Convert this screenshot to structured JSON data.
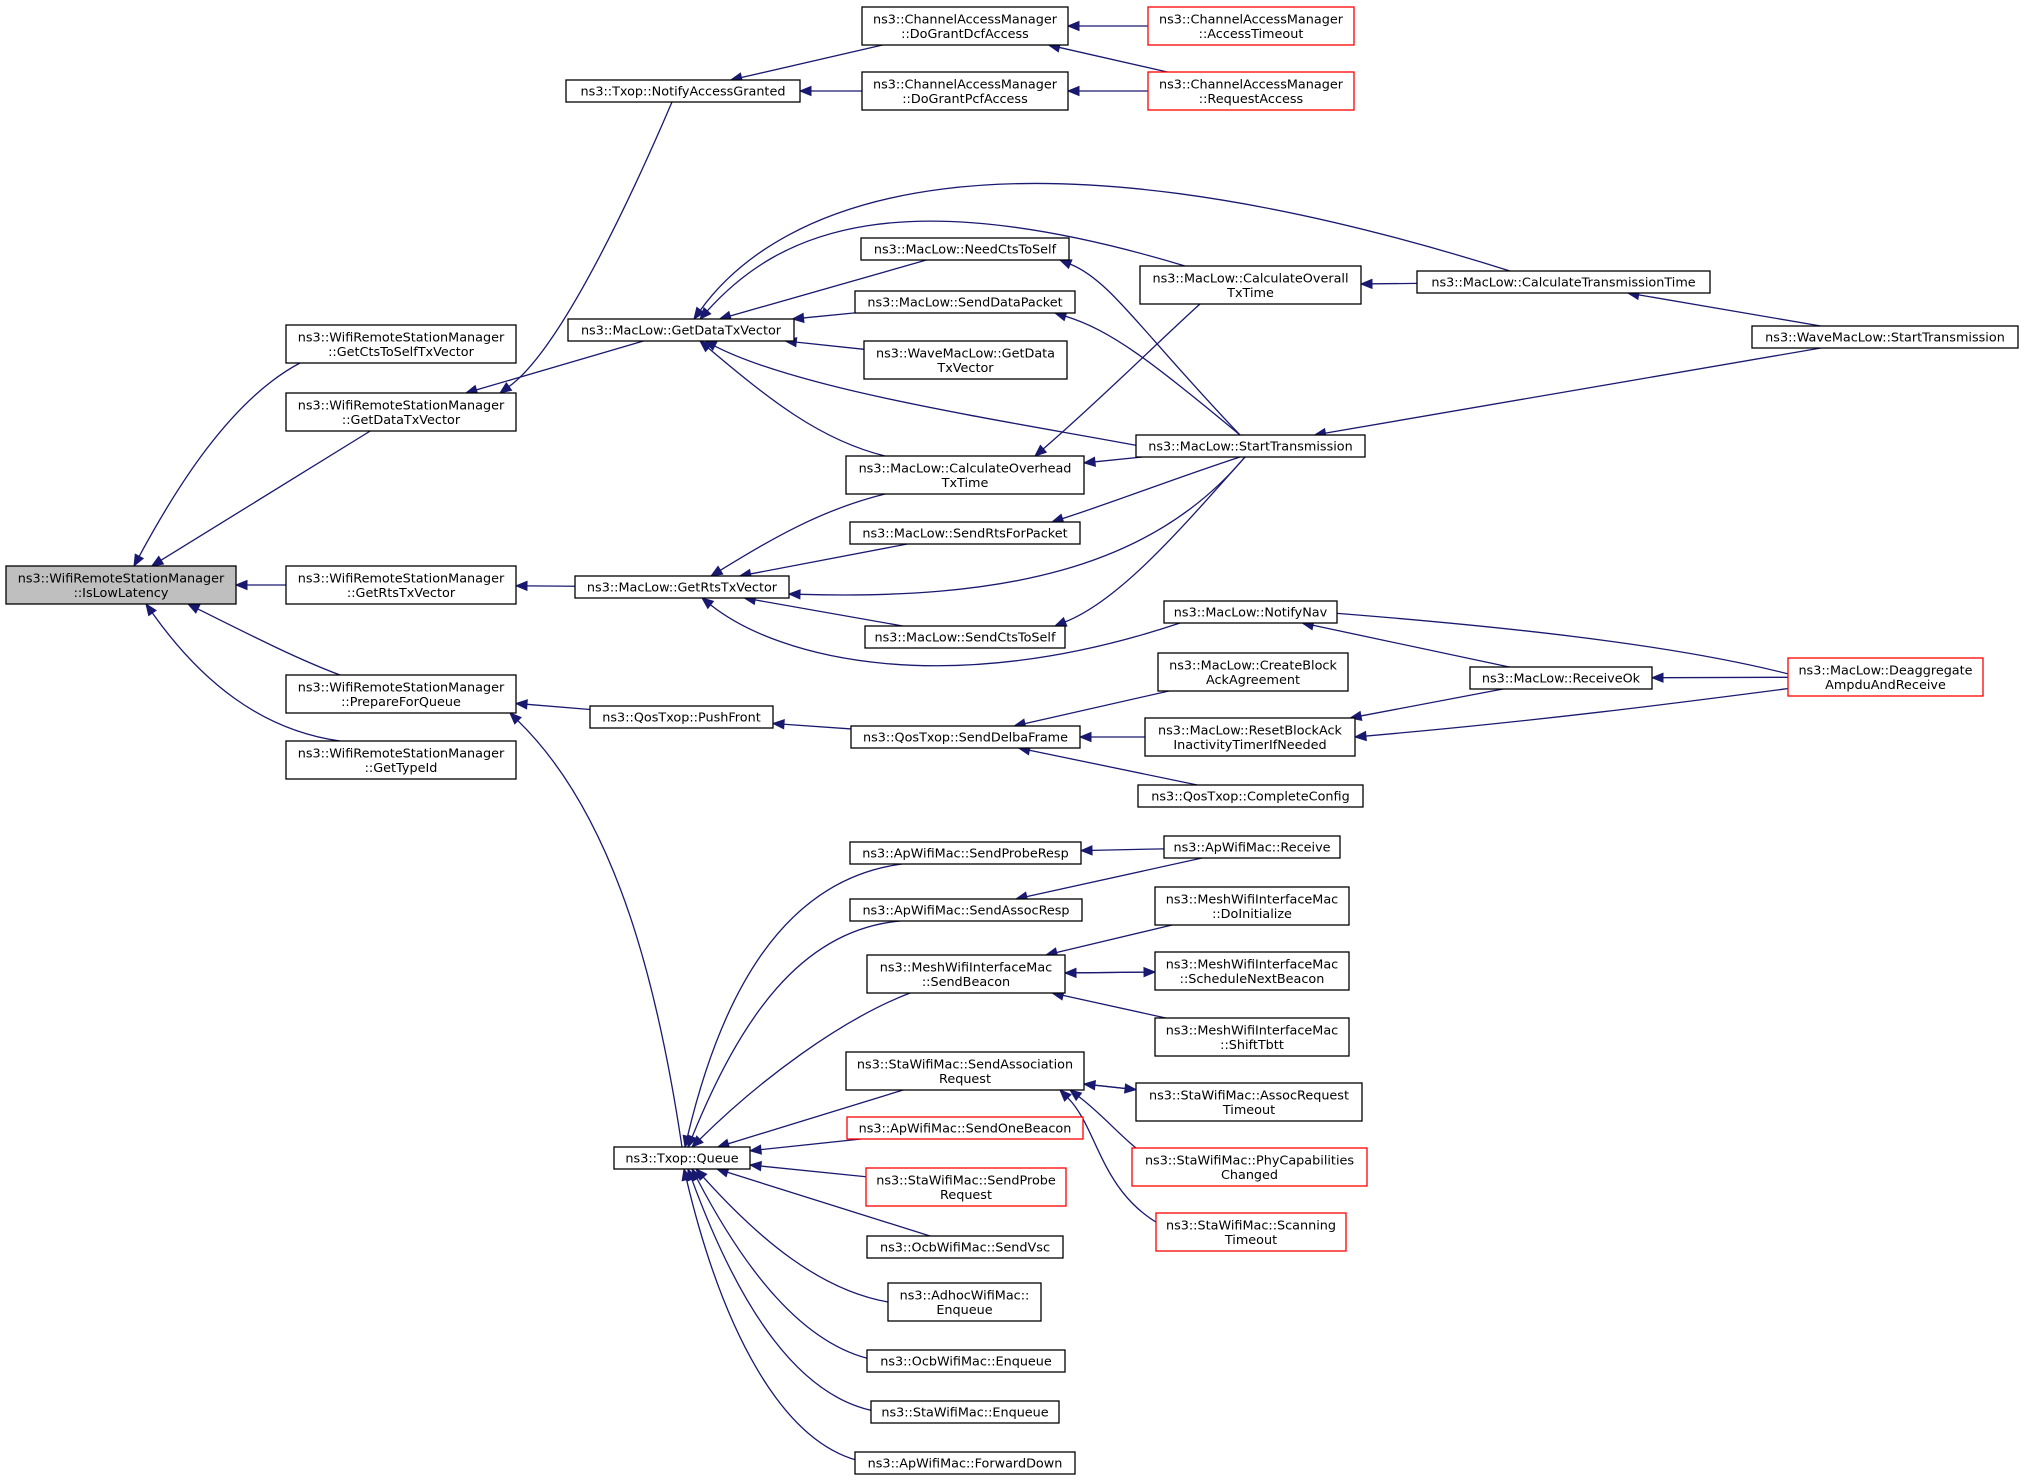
{
  "graph": {
    "edge_color": "#191970",
    "node_border": "#000000",
    "external_node_border": "#ff0000",
    "root_fill": "#bfbfbf",
    "nodes": [
      {
        "id": "root",
        "lines": [
          "ns3::WifiRemoteStationManager",
          "::IsLowLatency"
        ],
        "root": true
      },
      {
        "id": "getCtsToSelf",
        "lines": [
          "ns3::WifiRemoteStationManager",
          "::GetCtsToSelfTxVector"
        ]
      },
      {
        "id": "wrsmGetData",
        "lines": [
          "ns3::WifiRemoteStationManager",
          "::GetDataTxVector"
        ]
      },
      {
        "id": "wrsmGetRts",
        "lines": [
          "ns3::WifiRemoteStationManager",
          "::GetRtsTxVector"
        ]
      },
      {
        "id": "prepare",
        "lines": [
          "ns3::WifiRemoteStationManager",
          "::PrepareForQueue"
        ]
      },
      {
        "id": "typeId",
        "lines": [
          "ns3::WifiRemoteStationManager",
          "::GetTypeId"
        ]
      },
      {
        "id": "notifyGranted",
        "lines": [
          "ns3::Txop::NotifyAccessGranted"
        ]
      },
      {
        "id": "macGetData",
        "lines": [
          "ns3::MacLow::GetDataTxVector"
        ]
      },
      {
        "id": "macGetRts",
        "lines": [
          "ns3::MacLow::GetRtsTxVector"
        ]
      },
      {
        "id": "pushFront",
        "lines": [
          "ns3::QosTxop::PushFront"
        ]
      },
      {
        "id": "queue",
        "lines": [
          "ns3::Txop::Queue"
        ]
      },
      {
        "id": "doDcf",
        "lines": [
          "ns3::ChannelAccessManager",
          "::DoGrantDcfAccess"
        ]
      },
      {
        "id": "doPcf",
        "lines": [
          "ns3::ChannelAccessManager",
          "::DoGrantPcfAccess"
        ]
      },
      {
        "id": "needCts",
        "lines": [
          "ns3::MacLow::NeedCtsToSelf"
        ]
      },
      {
        "id": "sendData",
        "lines": [
          "ns3::MacLow::SendDataPacket"
        ]
      },
      {
        "id": "waveGetData",
        "lines": [
          "ns3::WaveMacLow::GetData",
          "TxVector"
        ]
      },
      {
        "id": "calcOverhead",
        "lines": [
          "ns3::MacLow::CalculateOverhead",
          "TxTime"
        ]
      },
      {
        "id": "sendRts",
        "lines": [
          "ns3::MacLow::SendRtsForPacket"
        ]
      },
      {
        "id": "sendCts",
        "lines": [
          "ns3::MacLow::SendCtsToSelf"
        ]
      },
      {
        "id": "sendDelba",
        "lines": [
          "ns3::QosTxop::SendDelbaFrame"
        ]
      },
      {
        "id": "sendProbeResp",
        "lines": [
          "ns3::ApWifiMac::SendProbeResp"
        ]
      },
      {
        "id": "sendAssocResp",
        "lines": [
          "ns3::ApWifiMac::SendAssocResp"
        ]
      },
      {
        "id": "meshSendBeacon",
        "lines": [
          "ns3::MeshWifiInterfaceMac",
          "::SendBeacon"
        ]
      },
      {
        "id": "staSendAssoc",
        "lines": [
          "ns3::StaWifiMac::SendAssociation",
          "Request"
        ]
      },
      {
        "id": "apSendOneBeacon",
        "lines": [
          "ns3::ApWifiMac::SendOneBeacon"
        ],
        "external": true
      },
      {
        "id": "staSendProbe",
        "lines": [
          "ns3::StaWifiMac::SendProbe",
          "Request"
        ],
        "external": true
      },
      {
        "id": "ocbSendVsc",
        "lines": [
          "ns3::OcbWifiMac::SendVsc"
        ]
      },
      {
        "id": "adhocEnqueue",
        "lines": [
          "ns3::AdhocWifiMac::",
          "Enqueue"
        ]
      },
      {
        "id": "ocbEnqueue",
        "lines": [
          "ns3::OcbWifiMac::Enqueue"
        ]
      },
      {
        "id": "staEnqueue",
        "lines": [
          "ns3::StaWifiMac::Enqueue"
        ]
      },
      {
        "id": "apForward",
        "lines": [
          "ns3::ApWifiMac::ForwardDown"
        ]
      },
      {
        "id": "accessTimeout",
        "lines": [
          "ns3::ChannelAccessManager",
          "::AccessTimeout"
        ],
        "external": true
      },
      {
        "id": "requestAccess",
        "lines": [
          "ns3::ChannelAccessManager",
          "::RequestAccess"
        ],
        "external": true
      },
      {
        "id": "calcOverall",
        "lines": [
          "ns3::MacLow::CalculateOverall",
          "TxTime"
        ]
      },
      {
        "id": "startTx",
        "lines": [
          "ns3::MacLow::StartTransmission"
        ]
      },
      {
        "id": "notifyNav",
        "lines": [
          "ns3::MacLow::NotifyNav"
        ]
      },
      {
        "id": "createBlockAck",
        "lines": [
          "ns3::MacLow::CreateBlock",
          "AckAgreement"
        ]
      },
      {
        "id": "resetBlockAck",
        "lines": [
          "ns3::MacLow::ResetBlockAck",
          "InactivityTimerIfNeeded"
        ]
      },
      {
        "id": "completeConfig",
        "lines": [
          "ns3::QosTxop::CompleteConfig"
        ]
      },
      {
        "id": "apReceive",
        "lines": [
          "ns3::ApWifiMac::Receive"
        ]
      },
      {
        "id": "meshDoInit",
        "lines": [
          "ns3::MeshWifiInterfaceMac",
          "::DoInitialize"
        ]
      },
      {
        "id": "meshSchedule",
        "lines": [
          "ns3::MeshWifiInterfaceMac",
          "::ScheduleNextBeacon"
        ]
      },
      {
        "id": "meshShift",
        "lines": [
          "ns3::MeshWifiInterfaceMac",
          "::ShiftTbtt"
        ]
      },
      {
        "id": "staAssocTimeout",
        "lines": [
          "ns3::StaWifiMac::AssocRequest",
          "Timeout"
        ]
      },
      {
        "id": "staPhyCap",
        "lines": [
          "ns3::StaWifiMac::PhyCapabilities",
          "Changed"
        ],
        "external": true
      },
      {
        "id": "staScanTimeout",
        "lines": [
          "ns3::StaWifiMac::Scanning",
          "Timeout"
        ],
        "external": true
      },
      {
        "id": "calcTxTime",
        "lines": [
          "ns3::MacLow::CalculateTransmissionTime"
        ]
      },
      {
        "id": "receiveOk",
        "lines": [
          "ns3::MacLow::ReceiveOk"
        ]
      },
      {
        "id": "waveStartTx",
        "lines": [
          "ns3::WaveMacLow::StartTransmission"
        ]
      },
      {
        "id": "deaggregate",
        "lines": [
          "ns3::MacLow::Deaggregate",
          "AmpduAndReceive"
        ],
        "external": true
      }
    ],
    "edges": [
      [
        "root",
        "getCtsToSelf"
      ],
      [
        "root",
        "wrsmGetData"
      ],
      [
        "root",
        "wrsmGetRts"
      ],
      [
        "root",
        "prepare"
      ],
      [
        "root",
        "typeId"
      ],
      [
        "wrsmGetData",
        "notifyGranted"
      ],
      [
        "wrsmGetData",
        "macGetData"
      ],
      [
        "wrsmGetRts",
        "macGetRts"
      ],
      [
        "prepare",
        "pushFront"
      ],
      [
        "prepare",
        "queue"
      ],
      [
        "notifyGranted",
        "doDcf"
      ],
      [
        "notifyGranted",
        "doPcf"
      ],
      [
        "doDcf",
        "accessTimeout"
      ],
      [
        "doDcf",
        "requestAccess"
      ],
      [
        "doPcf",
        "requestAccess"
      ],
      [
        "macGetData",
        "needCts"
      ],
      [
        "macGetData",
        "sendData"
      ],
      [
        "macGetData",
        "waveGetData"
      ],
      [
        "macGetData",
        "calcOverhead"
      ],
      [
        "macGetData",
        "calcOverall"
      ],
      [
        "macGetData",
        "calcTxTime"
      ],
      [
        "macGetData",
        "startTx"
      ],
      [
        "needCts",
        "startTx"
      ],
      [
        "sendData",
        "startTx"
      ],
      [
        "calcOverhead",
        "calcOverall"
      ],
      [
        "calcOverhead",
        "startTx"
      ],
      [
        "calcOverall",
        "calcTxTime"
      ],
      [
        "calcTxTime",
        "waveStartTx"
      ],
      [
        "startTx",
        "waveStartTx"
      ],
      [
        "macGetRts",
        "calcOverhead"
      ],
      [
        "macGetRts",
        "sendRts"
      ],
      [
        "macGetRts",
        "sendCts"
      ],
      [
        "macGetRts",
        "startTx"
      ],
      [
        "macGetRts",
        "notifyNav"
      ],
      [
        "sendRts",
        "startTx"
      ],
      [
        "sendCts",
        "startTx"
      ],
      [
        "notifyNav",
        "receiveOk"
      ],
      [
        "notifyNav",
        "deaggregate"
      ],
      [
        "receiveOk",
        "deaggregate"
      ],
      [
        "pushFront",
        "sendDelba"
      ],
      [
        "sendDelba",
        "createBlockAck"
      ],
      [
        "sendDelba",
        "resetBlockAck"
      ],
      [
        "sendDelba",
        "completeConfig"
      ],
      [
        "resetBlockAck",
        "receiveOk"
      ],
      [
        "resetBlockAck",
        "deaggregate"
      ],
      [
        "queue",
        "sendProbeResp"
      ],
      [
        "queue",
        "sendAssocResp"
      ],
      [
        "queue",
        "meshSendBeacon"
      ],
      [
        "queue",
        "staSendAssoc"
      ],
      [
        "queue",
        "apSendOneBeacon"
      ],
      [
        "queue",
        "staSendProbe"
      ],
      [
        "queue",
        "ocbSendVsc"
      ],
      [
        "queue",
        "adhocEnqueue"
      ],
      [
        "queue",
        "ocbEnqueue"
      ],
      [
        "queue",
        "staEnqueue"
      ],
      [
        "queue",
        "apForward"
      ],
      [
        "sendProbeResp",
        "apReceive"
      ],
      [
        "sendAssocResp",
        "apReceive"
      ],
      [
        "meshSendBeacon",
        "meshDoInit"
      ],
      [
        "meshSendBeacon",
        "meshSchedule"
      ],
      [
        "meshSchedule",
        "meshSendBeacon"
      ],
      [
        "meshSendBeacon",
        "meshShift"
      ],
      [
        "staSendAssoc",
        "staAssocTimeout"
      ],
      [
        "staAssocTimeout",
        "staSendAssoc"
      ],
      [
        "staSendAssoc",
        "staPhyCap"
      ],
      [
        "staSendAssoc",
        "staScanTimeout"
      ]
    ]
  }
}
